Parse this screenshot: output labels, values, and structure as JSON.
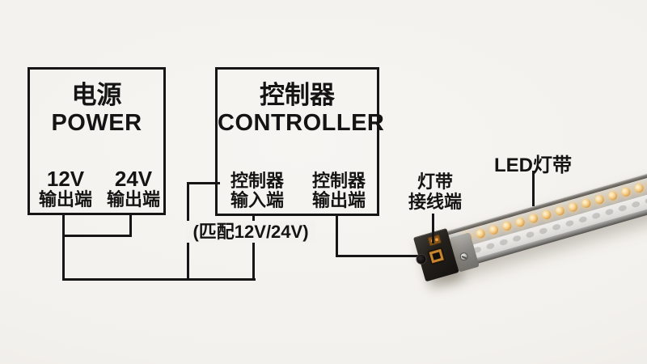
{
  "power_box": {
    "title_zh": "电源",
    "title_en": "POWER",
    "terminals": [
      {
        "line1": "12V",
        "line2": "输出端"
      },
      {
        "line1": "24V",
        "line2": "输出端"
      }
    ]
  },
  "controller_box": {
    "title_zh": "控制器",
    "title_en": "CONTROLLER",
    "terminals": [
      {
        "line1": "控制器",
        "line2": "输入端"
      },
      {
        "line1": "控制器",
        "line2": "输出端"
      }
    ],
    "note": "(匹配12V/24V)"
  },
  "led_strip": {
    "label": "LED灯带",
    "connector_label": {
      "line1": "灯带",
      "line2": "接线端"
    },
    "led_count": 15
  },
  "colors": {
    "line": "#161616",
    "text": "#141414",
    "led_core": "#fff3d9",
    "led_mid": "#eec077",
    "led_rim": "#a8732f",
    "aluminum": "#c6c5c2",
    "connector_black": "#141210",
    "connector_orange": "#c9842f"
  }
}
